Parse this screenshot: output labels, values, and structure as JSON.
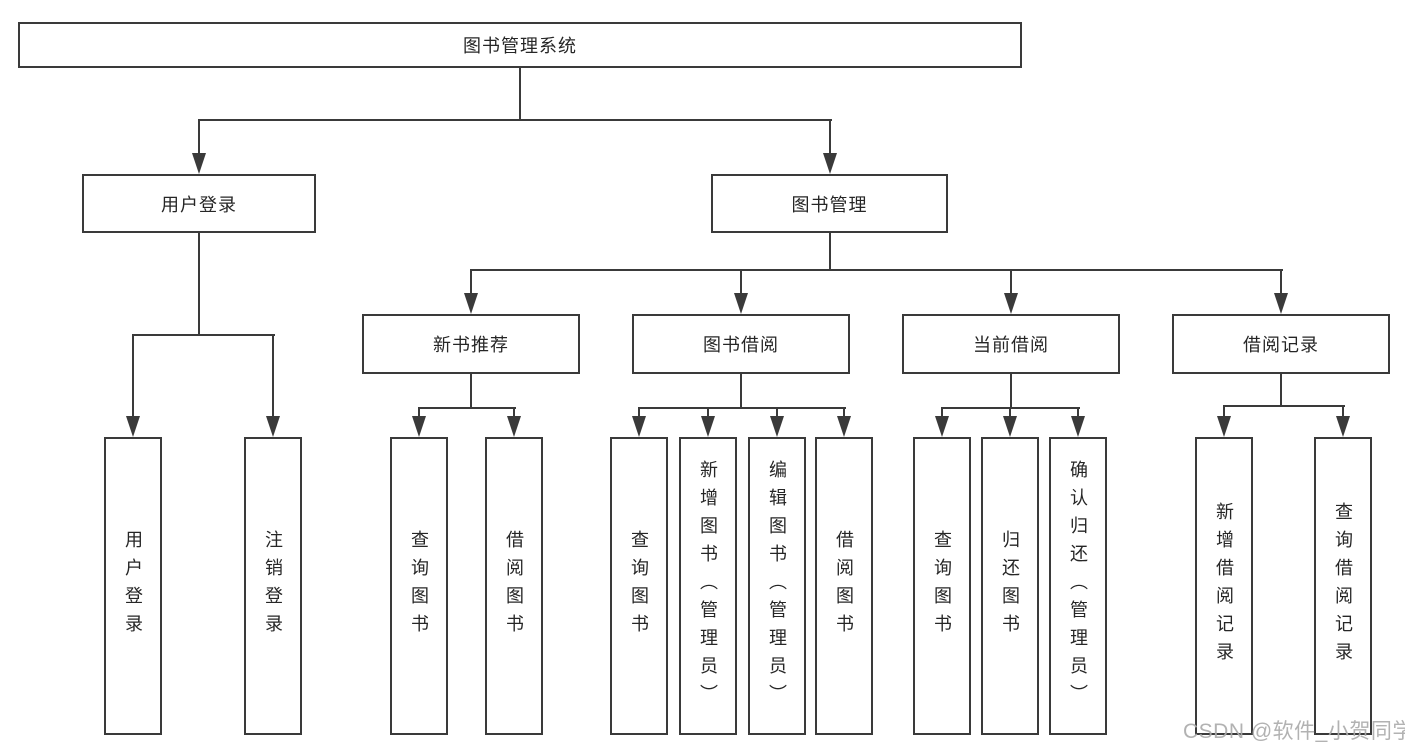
{
  "tree": {
    "label": "图书管理系统",
    "children": [
      {
        "label": "用户登录",
        "children": [
          {
            "label": "用户登录"
          },
          {
            "label": "注销登录"
          }
        ]
      },
      {
        "label": "图书管理",
        "children": [
          {
            "label": "新书推荐",
            "children": [
              {
                "label": "查询图书"
              },
              {
                "label": "借阅图书"
              }
            ]
          },
          {
            "label": "图书借阅",
            "children": [
              {
                "label": "查询图书"
              },
              {
                "label": "新增图书（管理员）"
              },
              {
                "label": "编辑图书（管理员）"
              },
              {
                "label": "借阅图书"
              }
            ]
          },
          {
            "label": "当前借阅",
            "children": [
              {
                "label": "查询图书"
              },
              {
                "label": "归还图书"
              },
              {
                "label": "确认归还（管理员）"
              }
            ]
          },
          {
            "label": "借阅记录",
            "children": [
              {
                "label": "新增借阅记录"
              },
              {
                "label": "查询借阅记录"
              }
            ]
          }
        ]
      }
    ]
  },
  "watermark": {
    "text": "CSDN @软件_小贺同学"
  },
  "colors": {
    "line": "#3a3a3a",
    "box_background": "#ffffff",
    "text": "#262626",
    "watermark": "#ababab"
  }
}
